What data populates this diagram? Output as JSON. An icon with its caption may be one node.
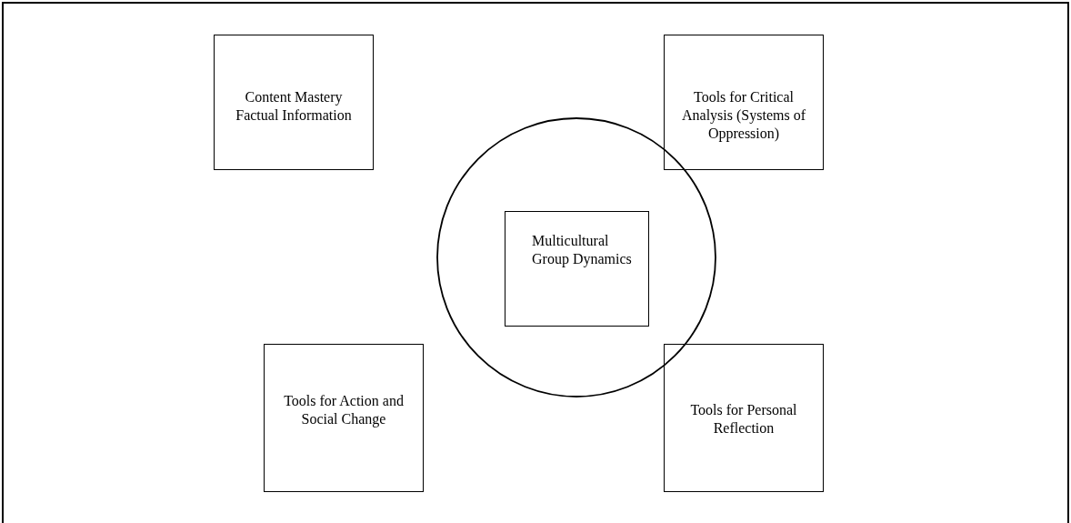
{
  "diagram": {
    "nodes": [
      {
        "text": [
          "Content Mastery Factual Information"
        ]
      },
      {
        "text": [
          "Tools for Critical Analysis (Systems of Oppression)"
        ]
      },
      {
        "text": [],
        "shape": "circle"
      },
      {
        "text": [
          "Multicultural Group Dynamics"
        ],
        "in": 2
      },
      {
        "text": [
          "Tools for Action and Social Change"
        ]
      },
      {
        "text": [
          "Tools for Personal Reflection"
        ]
      }
    ],
    "edges": []
  }
}
